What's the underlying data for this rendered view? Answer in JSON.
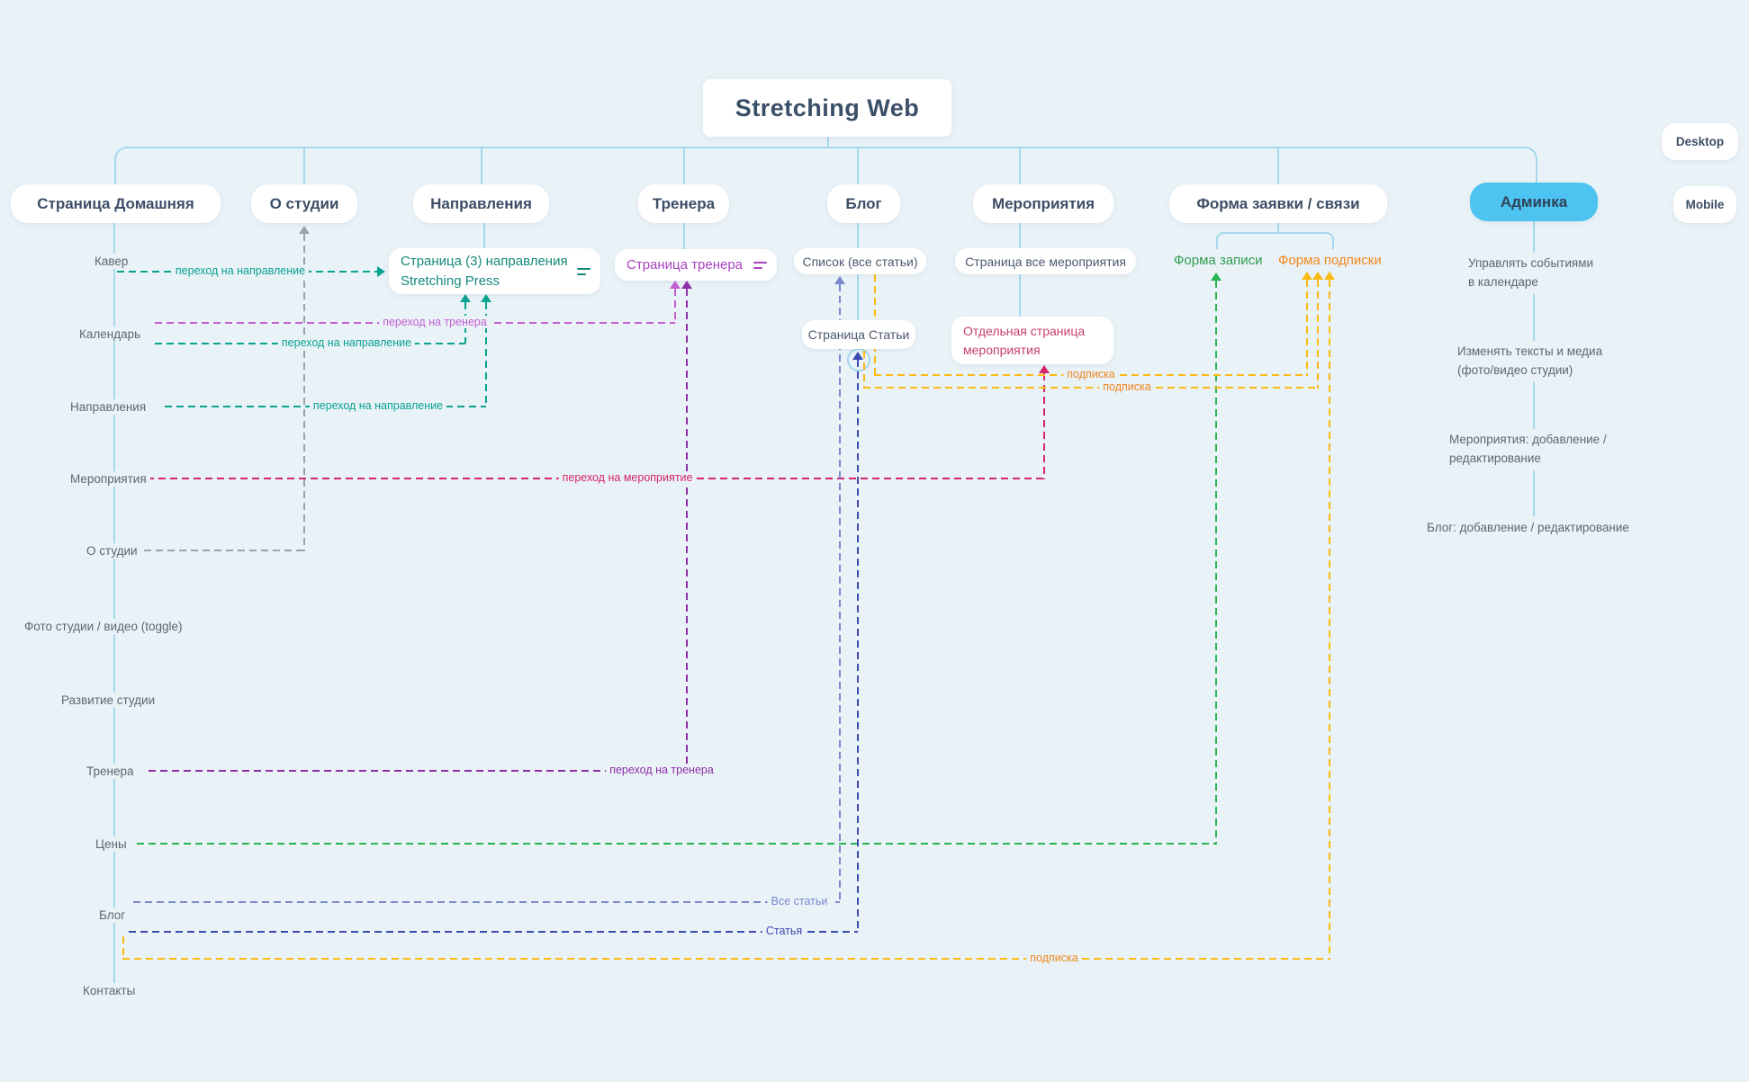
{
  "title": "Stretching Web",
  "tags": {
    "desktop": "Desktop",
    "mobile": "Mobile"
  },
  "top_nodes": {
    "home": "Страница Домашняя",
    "about": "О студии",
    "directions": "Направления",
    "trainers": "Тренера",
    "blog": "Блог",
    "events": "Мероприятия",
    "form": "Форма заявки / связи",
    "admin": "Админка"
  },
  "sub_nodes": {
    "direction_page_line1": "Страница (3) направления",
    "direction_page_line2": "Stretching Press",
    "trainer_page": "Страница тренера",
    "blog_list": "Список (все статьи)",
    "events_page": "Страница все мероприятия",
    "article_page": "Страница Статьи",
    "event_single_line1": "Отдельная страница",
    "event_single_line2": "мероприятия",
    "form_record": "Форма записи",
    "form_subscribe": "Форма подписки"
  },
  "home_sections": [
    "Кавер",
    "Календарь",
    "Направления",
    "Мероприятия",
    "О студии",
    "Фото студии / видео (toggle)",
    "Развитие студии",
    "Тренера",
    "Цены",
    "Блог",
    "Контакты"
  ],
  "admin_tasks": [
    {
      "line1": "Управлять событиями",
      "line2": "в календаре"
    },
    {
      "line1": "Изменять тексты и медиа",
      "line2": "(фото/видео студии)"
    },
    {
      "line1": "Мероприятия: добавление /",
      "line2": "редактирование"
    },
    {
      "line1": "Блог: добавление / редактирование",
      "line2": ""
    }
  ],
  "edge_labels": {
    "to_direction": "переход на направление",
    "to_trainer": "переход на тренера",
    "to_event": "переход на мероприятие",
    "all_articles": "Все статьи",
    "article": "Статья",
    "subscribe": "подписка"
  },
  "colors": {
    "background": "#e9f2f7",
    "structure_line": "#a5d8ee",
    "node_text": "#3c4d66",
    "admin_node_fill": "#4dc3f1",
    "teal": "#0aa392",
    "orchid": "#c45fd2",
    "purple": "#8e2fa8",
    "crimson": "#d62568",
    "green": "#28b450",
    "slate_blue": "#7a88cd",
    "indigo": "#3a4bad",
    "yellow": "#fcba12",
    "orange": "#f0861c",
    "gray": "#9aa3ab"
  }
}
